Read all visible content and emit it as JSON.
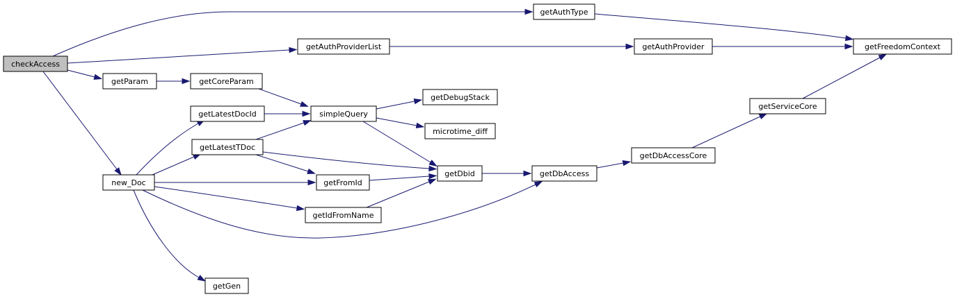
{
  "colors": {
    "edge": "#191970",
    "node_fill": "#ffffff",
    "highlight_fill": "#bfbfbf",
    "border": "#000000"
  },
  "nodes": [
    {
      "id": "checkAccess",
      "label": "checkAccess",
      "highlighted": true
    },
    {
      "id": "getAuthType",
      "label": "getAuthType"
    },
    {
      "id": "getAuthProviderList",
      "label": "getAuthProviderList"
    },
    {
      "id": "getAuthProvider",
      "label": "getAuthProvider"
    },
    {
      "id": "getFreedomContext",
      "label": "getFreedomContext"
    },
    {
      "id": "getParam",
      "label": "getParam"
    },
    {
      "id": "getCoreParam",
      "label": "getCoreParam"
    },
    {
      "id": "getLatestDocId",
      "label": "getLatestDocId"
    },
    {
      "id": "simpleQuery",
      "label": "simpleQuery"
    },
    {
      "id": "getDebugStack",
      "label": "getDebugStack"
    },
    {
      "id": "microtime_diff",
      "label": "microtime_diff"
    },
    {
      "id": "getLatestTDoc",
      "label": "getLatestTDoc"
    },
    {
      "id": "new_Doc",
      "label": "new_Doc"
    },
    {
      "id": "getFromId",
      "label": "getFromId"
    },
    {
      "id": "getDbid",
      "label": "getDbid"
    },
    {
      "id": "getDbAccess",
      "label": "getDbAccess"
    },
    {
      "id": "getDbAccessCore",
      "label": "getDbAccessCore"
    },
    {
      "id": "getServiceCore",
      "label": "getServiceCore"
    },
    {
      "id": "getIdFromName",
      "label": "getIdFromName"
    },
    {
      "id": "getGen",
      "label": "getGen"
    }
  ],
  "edges": [
    {
      "from": "checkAccess",
      "to": "getAuthType"
    },
    {
      "from": "checkAccess",
      "to": "getAuthProviderList"
    },
    {
      "from": "checkAccess",
      "to": "getParam"
    },
    {
      "from": "checkAccess",
      "to": "new_Doc"
    },
    {
      "from": "getAuthType",
      "to": "getFreedomContext"
    },
    {
      "from": "getAuthProviderList",
      "to": "getAuthProvider"
    },
    {
      "from": "getAuthProvider",
      "to": "getFreedomContext"
    },
    {
      "from": "getParam",
      "to": "getCoreParam"
    },
    {
      "from": "getCoreParam",
      "to": "simpleQuery"
    },
    {
      "from": "getLatestDocId",
      "to": "simpleQuery"
    },
    {
      "from": "getLatestTDoc",
      "to": "simpleQuery"
    },
    {
      "from": "simpleQuery",
      "to": "getDebugStack"
    },
    {
      "from": "simpleQuery",
      "to": "microtime_diff"
    },
    {
      "from": "simpleQuery",
      "to": "getDbid"
    },
    {
      "from": "getLatestTDoc",
      "to": "getDbid"
    },
    {
      "from": "getLatestTDoc",
      "to": "getFromId"
    },
    {
      "from": "new_Doc",
      "to": "getLatestDocId"
    },
    {
      "from": "new_Doc",
      "to": "getLatestTDoc"
    },
    {
      "from": "new_Doc",
      "to": "getFromId"
    },
    {
      "from": "new_Doc",
      "to": "getIdFromName"
    },
    {
      "from": "new_Doc",
      "to": "getDbAccess"
    },
    {
      "from": "new_Doc",
      "to": "getGen"
    },
    {
      "from": "getFromId",
      "to": "getDbid"
    },
    {
      "from": "getIdFromName",
      "to": "getDbid"
    },
    {
      "from": "getDbid",
      "to": "getDbAccess"
    },
    {
      "from": "getDbAccess",
      "to": "getDbAccessCore"
    },
    {
      "from": "getDbAccessCore",
      "to": "getServiceCore"
    },
    {
      "from": "getServiceCore",
      "to": "getFreedomContext"
    }
  ]
}
